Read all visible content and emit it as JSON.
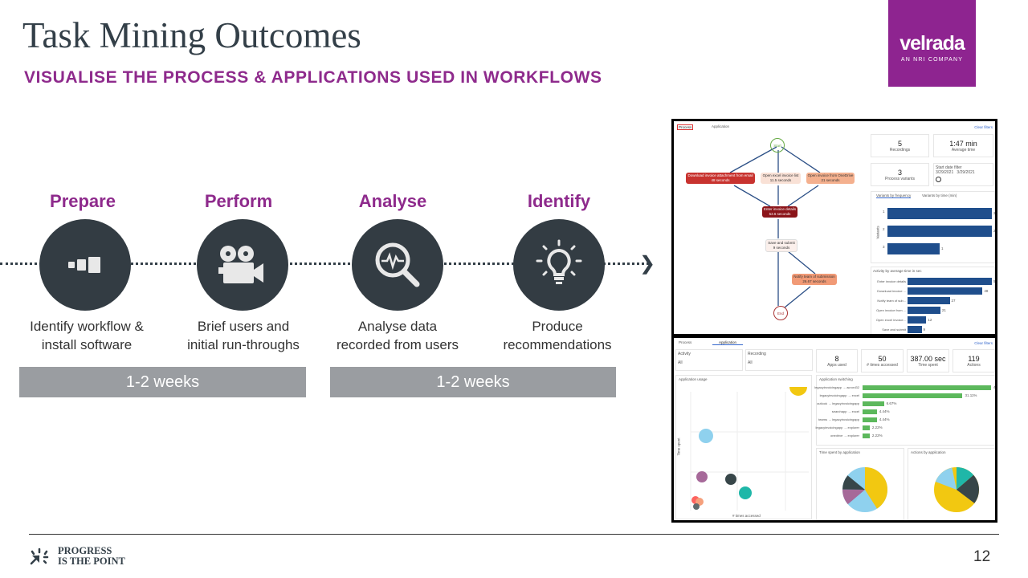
{
  "title": "Task Mining Outcomes",
  "subtitle": "VISUALISE THE PROCESS & APPLICATIONS USED IN WORKFLOWS",
  "logo": {
    "name": "velrada",
    "tagline": "AN NRI COMPANY",
    "color": "#8e2490"
  },
  "steps": [
    {
      "heading": "Prepare",
      "icon": "workflow-blocks-icon",
      "caption1": "Identify workflow &",
      "caption2": "install software"
    },
    {
      "heading": "Perform",
      "icon": "video-camera-icon",
      "caption1": "Brief users and",
      "caption2": "initial run-throughs"
    },
    {
      "heading": "Analyse",
      "icon": "magnifier-pulse-icon",
      "caption1": "Analyse data",
      "caption2": "recorded from users"
    },
    {
      "heading": "Identify",
      "icon": "lightbulb-icon",
      "caption1": "Produce",
      "caption2": "recommendations"
    }
  ],
  "durations": [
    "1-2 weeks",
    "1-2 weeks"
  ],
  "process_dashboard": {
    "tabs": [
      "Process",
      "Application"
    ],
    "clear": "Clear filters",
    "nodes": {
      "start": "Start",
      "end": "End",
      "n1": "Download invoice attachment from email",
      "n1t": "48 seconds",
      "n2": "Open excel invoice list",
      "n2t": "11.5 seconds",
      "n3": "Open invoice from OneDrive",
      "n3t": "21 seconds",
      "n4": "Enter invoice details",
      "n4t": "53.6 seconds",
      "n5": "Save and submit",
      "n5t": "9 seconds",
      "n6": "Notify team of submission",
      "n6t": "26.67 seconds"
    },
    "kpis": [
      {
        "v": "5",
        "l": "Recordings"
      },
      {
        "v": "1:47 min",
        "l": "Average time"
      },
      {
        "v": "3",
        "l": "Process variants"
      }
    ],
    "date_filter": {
      "label": "Start date filter",
      "from": "3/29/2021",
      "to": "3/29/2021"
    },
    "variant_tabs": [
      "Variants by frequency",
      "Variants by time (min)"
    ],
    "variants_axis": "Variants",
    "variants": [
      {
        "k": "1",
        "v": 2
      },
      {
        "k": "2",
        "v": 2
      },
      {
        "k": "3",
        "v": 1
      }
    ],
    "activity_title": "Activity by average time in sec",
    "activities": [
      {
        "k": "Enter invoice details",
        "v": 54
      },
      {
        "k": "Download invoice ...",
        "v": 48
      },
      {
        "k": "Notify team of sub...",
        "v": 27
      },
      {
        "k": "Open invoice from ...",
        "v": 21
      },
      {
        "k": "Open excel invoice...",
        "v": 12
      },
      {
        "k": "Save and submit",
        "v": 9
      }
    ]
  },
  "app_dashboard": {
    "tabs": [
      "Process",
      "Application"
    ],
    "clear": "Clear filters",
    "filters": [
      {
        "label": "Activity",
        "value": "All"
      },
      {
        "label": "Recording",
        "value": "All"
      }
    ],
    "kpis": [
      {
        "v": "8",
        "l": "Apps used"
      },
      {
        "v": "50",
        "l": "# times accessed"
      },
      {
        "v": "387.00 sec",
        "l": "Time spent"
      },
      {
        "v": "119",
        "l": "Actions"
      }
    ],
    "usage_title": "Application usage",
    "usage_x": "# times accessed",
    "usage_y": "Time spent",
    "switch_title": "Application switching",
    "switching": [
      {
        "k": "legacyinvoicingapp → acrord32",
        "v": 40.0
      },
      {
        "k": "legacyinvoicingapp → excel",
        "v": 31.11
      },
      {
        "k": "outlook → legacyinvoicingapp",
        "v": 6.67
      },
      {
        "k": "searchapp → excel",
        "v": 4.44
      },
      {
        "k": "teams → legacyinvoicingapp",
        "v": 4.44
      },
      {
        "k": "legacyinvoicingapp → explorer",
        "v": 2.22
      },
      {
        "k": "onedrive → explorer",
        "v": 2.22
      }
    ],
    "pie1_title": "Time spent by application",
    "pie2_title": "Actions by application"
  }
}
